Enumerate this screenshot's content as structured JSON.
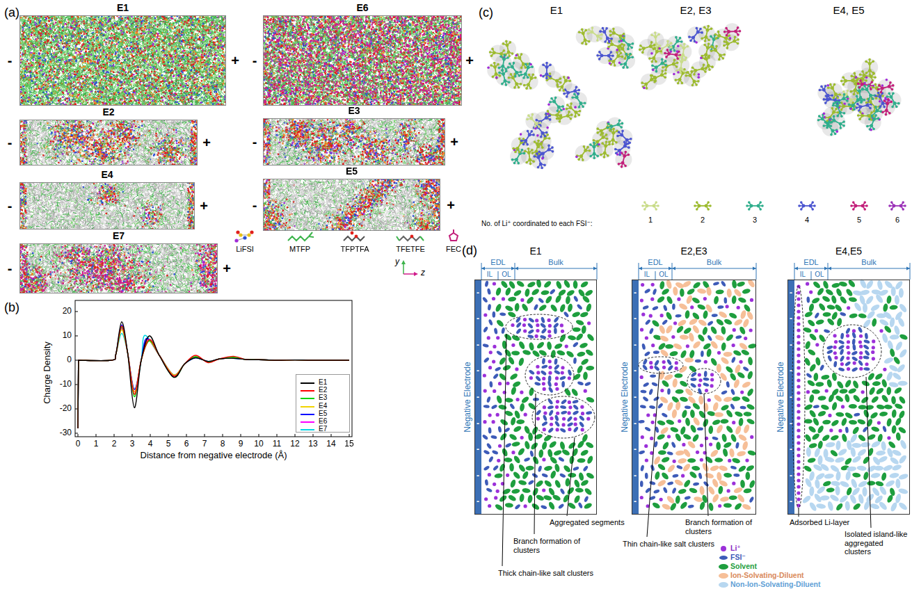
{
  "diagram": {
    "nodes": [
      {
        "text": [
          "E1"
        ]
      },
      {
        "text": [
          "E6"
        ]
      },
      {
        "text": [
          "E2"
        ]
      },
      {
        "text": [
          "E3"
        ]
      },
      {
        "text": [
          "E4"
        ]
      },
      {
        "text": [
          "E5"
        ]
      },
      {
        "text": [
          "E7"
        ]
      },
      {
        "text": [
          "E1"
        ]
      },
      {
        "text": [
          "E2,E3"
        ]
      },
      {
        "text": [
          "E4,E5"
        ]
      }
    ],
    "labels": [
      "(a)",
      "-",
      "+",
      "-",
      "+",
      "-",
      "+",
      "-",
      "+",
      "-",
      "+",
      "-",
      "+",
      "-",
      "+",
      "y",
      "z",
      "(b)",
      "Charge Density",
      "20",
      "10",
      "0",
      "-10",
      "-20",
      "-30",
      "0",
      "1",
      "2",
      "3",
      "4",
      "5",
      "6",
      "7",
      "8",
      "9",
      "10",
      "11",
      "12",
      "13",
      "14",
      "15",
      "Distance from negative electrode (Å)",
      "(c)",
      "E1",
      "E2, E3",
      "E4, E5",
      "No. of Li⁺ coordinated to each FSI⁻:",
      "(d)",
      "EDL",
      "IL",
      "OL",
      "Bulk",
      "Negative Electrode",
      "-",
      "-",
      "-",
      "-",
      "-",
      "-",
      "-",
      "-",
      "-",
      "EDL",
      "IL",
      "OL",
      "Bulk",
      "Negative Electrode",
      "-",
      "-",
      "-",
      "-",
      "-",
      "-",
      "-",
      "-",
      "-",
      "EDL",
      "IL",
      "OL",
      "Bulk",
      "Negative Electrode",
      "-",
      "-",
      "-",
      "-",
      "-",
      "-",
      "-",
      "-",
      "-",
      "Aggregated segments",
      "Branch formation of clusters",
      "Thick chain-like salt clusters",
      "Branch formation of clusters",
      "Thin chain-like salt clusters",
      "Adsorbed Li-layer",
      "Isolated island-like aggregated clusters"
    ],
    "legend": [
      {
        "text": "LiFSI"
      },
      {
        "text": "MTFP"
      },
      {
        "text": "TFPTFA"
      },
      {
        "text": "TFETFE"
      },
      {
        "text": "FEC"
      },
      {
        "text": "1"
      },
      {
        "text": "2"
      },
      {
        "text": "3"
      },
      {
        "text": "4"
      },
      {
        "text": "5"
      },
      {
        "text": "6"
      },
      {
        "text": "E1"
      },
      {
        "text": "E2"
      },
      {
        "text": "E3"
      },
      {
        "text": "E4"
      },
      {
        "text": "E5"
      },
      {
        "text": "E6"
      },
      {
        "text": "E7"
      },
      {
        "text": "Li⁺",
        "color": "#9b30d9"
      },
      {
        "text": "FSI⁻",
        "color": "#3d5bb8"
      },
      {
        "text": "Solvent",
        "color": "#1e9e3e"
      },
      {
        "text": "Ion-Solvating-Diluent",
        "color": "#f6bf98"
      },
      {
        "text": "Non-Ion-Solvating-Diluent",
        "color": "#b7d7f0"
      }
    ]
  }
}
